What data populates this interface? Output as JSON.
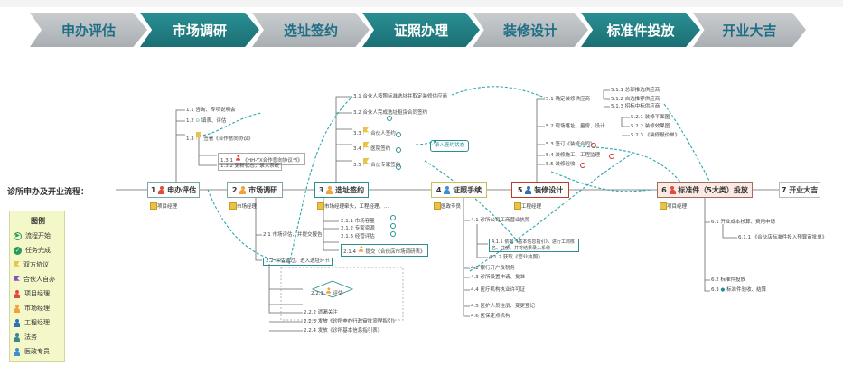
{
  "phases": [
    "申办评估",
    "市场调研",
    "选址签约",
    "证照办理",
    "装修设计",
    "标准件投放",
    "开业大吉"
  ],
  "main_title": "诊所申办及开业流程：",
  "main_nodes": [
    {
      "num": "1",
      "label": "申办评估",
      "role": "项目经理"
    },
    {
      "num": "2",
      "label": "市场调研",
      "role": "市场经理"
    },
    {
      "num": "3",
      "label": "选址签约",
      "role": "市场经理牵头，工程经理、..."
    },
    {
      "num": "4",
      "label": "证照手续",
      "role": "医政专员"
    },
    {
      "num": "5",
      "label": "装修设计",
      "role": "工程经理"
    },
    {
      "num": "6",
      "label": "标准件（5大类）投放",
      "role": "项目经理"
    },
    {
      "num": "7",
      "label": "开业大吉",
      "role": ""
    }
  ],
  "n1": {
    "i1": "1.1 咨询、专项说明会",
    "i2": "1.2",
    "i2b": "填表、评估",
    "i3": "1.3",
    "i3b": "签署《合作意向协议》",
    "i31": "1.3.1",
    "i31b": "《HH-YX合作意向协议书》",
    "i32": "1.3.2 更新状态，录入系统"
  },
  "n2": {
    "i1": "2.1 市场评估、并提交报告",
    "i2": "2.2 评估通过，进入选址环节",
    "i21": "2.2.1",
    "i21b": "评估",
    "i22": "2.2.2 遗漏关注",
    "i23": "2.2.3 发放《诊所申办行政审批流程指引》",
    "i24": "2.2.4 发放《诊所基本信息指引表》"
  },
  "n3": {
    "i1": "3.1 合伙人按照标准选址并取定装修供应商",
    "i2": "3.2 合伙人完成选址租赁合同签约",
    "i3": "3.3",
    "i3b": "合伙人签约",
    "i4": "3.4",
    "i4b": "医院签约",
    "i5": "3.5",
    "i5b": "合伙专家签约",
    "box": "录入签约状态",
    "i11": "2.1.1 市场容量",
    "i12": "2.1.2 专家资源",
    "i13": "2.1.3 经营评估",
    "i14": "2.1.4",
    "i14b": "提交《合伙店市场调研表》"
  },
  "n4": {
    "i1": "4.1 诊所公司工商营业执照",
    "i11": "4.1.1",
    "i11b": "依据《基本信息指引》，进行工商核名、注册、并将结果录入系统",
    "i12": "4.1.2 获取《营业执照》",
    "i2": "4.2 银行开户及税务",
    "i3": "4.3 诊所设置申请、批准",
    "i4": "4.4 医疗机构执业许可证",
    "i5": "4.5 医护人员注册、变更登记",
    "i6": "4.6 医保定点机构"
  },
  "n5": {
    "i1": "5.1 确定装修供应商",
    "i11": "5.1.1 总部推选供应商",
    "i12": "5.1.2 自选推荐供应商",
    "i13": "5.1.3 招标中标供应商",
    "i2": "5.2 现场堪址、量房、设计",
    "i21": "5.2.1 装修平面图",
    "i22": "5.2.2 装修效果图",
    "i23": "5.2.3 《装修报价单》",
    "i3": "5.3 签订《装修合同》",
    "i4": "5.4 装修施工、工程监理",
    "i5": "5.5 装修验收"
  },
  "n6": {
    "i1": "6.1 开业成本核算、费用申请",
    "i11": "6.1.1",
    "i11b": "《合伙店标准件投入预算审批单》",
    "i2": "6.2 标准件投放",
    "i3": "6.3",
    "i3b": "标准件验收、结算"
  },
  "legend": {
    "title": "图例",
    "items": [
      "流程开始",
      "任务完成",
      "双方协议",
      "合伙人自办",
      "项目经理",
      "市场经理",
      "工程经理",
      "法务",
      "医政专员"
    ]
  },
  "colors": {
    "teal": "#2a8f93",
    "grey": "#b6bbbf",
    "legend_bg": "#f4f8c8",
    "project_mgr": "#e24b3b",
    "market_mgr": "#f3a23a",
    "engineer": "#2f6fb3",
    "legal": "#3a8a8a",
    "med": "#3f8fcf"
  }
}
